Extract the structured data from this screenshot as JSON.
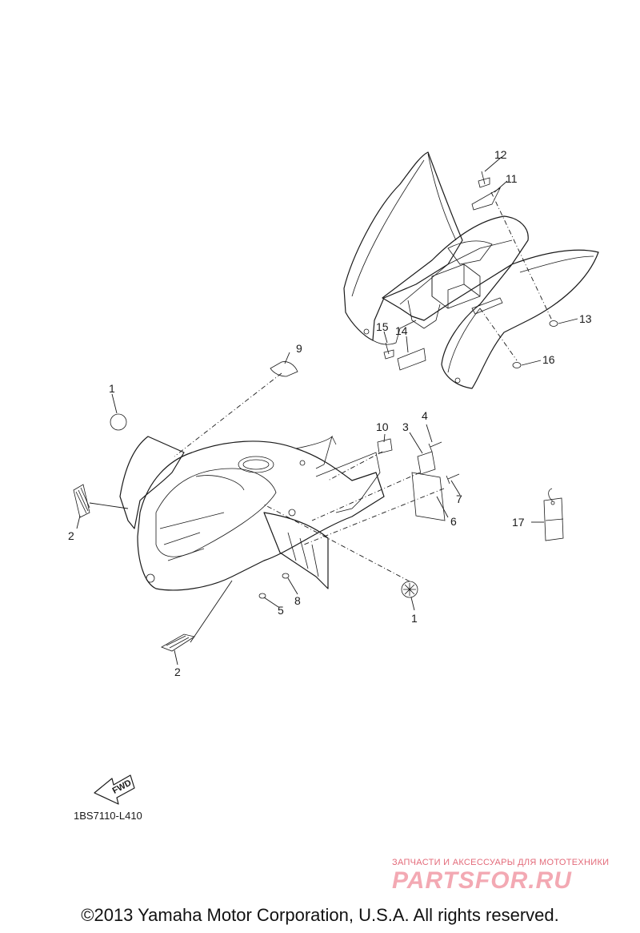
{
  "callouts": [
    {
      "id": "c12",
      "text": "12"
    },
    {
      "id": "c11",
      "text": "11"
    },
    {
      "id": "c13",
      "text": "13"
    },
    {
      "id": "c15",
      "text": "15"
    },
    {
      "id": "c14",
      "text": "14"
    },
    {
      "id": "c16",
      "text": "16"
    },
    {
      "id": "c9",
      "text": "9"
    },
    {
      "id": "c1a",
      "text": "1"
    },
    {
      "id": "c10",
      "text": "10"
    },
    {
      "id": "c3",
      "text": "3"
    },
    {
      "id": "c4",
      "text": "4"
    },
    {
      "id": "c7",
      "text": "7"
    },
    {
      "id": "c6",
      "text": "6"
    },
    {
      "id": "c17",
      "text": "17"
    },
    {
      "id": "c2a",
      "text": "2"
    },
    {
      "id": "c8",
      "text": "8"
    },
    {
      "id": "c5",
      "text": "5"
    },
    {
      "id": "c1b",
      "text": "1"
    },
    {
      "id": "c2b",
      "text": "2"
    }
  ],
  "fwd_label": "FWD",
  "diagram_code": "1BS7110-L410",
  "watermark": {
    "tagline": "ЗАПЧАСТИ И АКСЕССУАРЫ ДЛЯ МОТОТЕХНИКИ",
    "logo": "PARTSFOR.RU"
  },
  "copyright": "©2013 Yamaha Motor Corporation, U.S.A. All rights reserved.",
  "colors": {
    "line": "#1a1a1a",
    "watermark": "#e05a6b",
    "background": "#ffffff"
  }
}
